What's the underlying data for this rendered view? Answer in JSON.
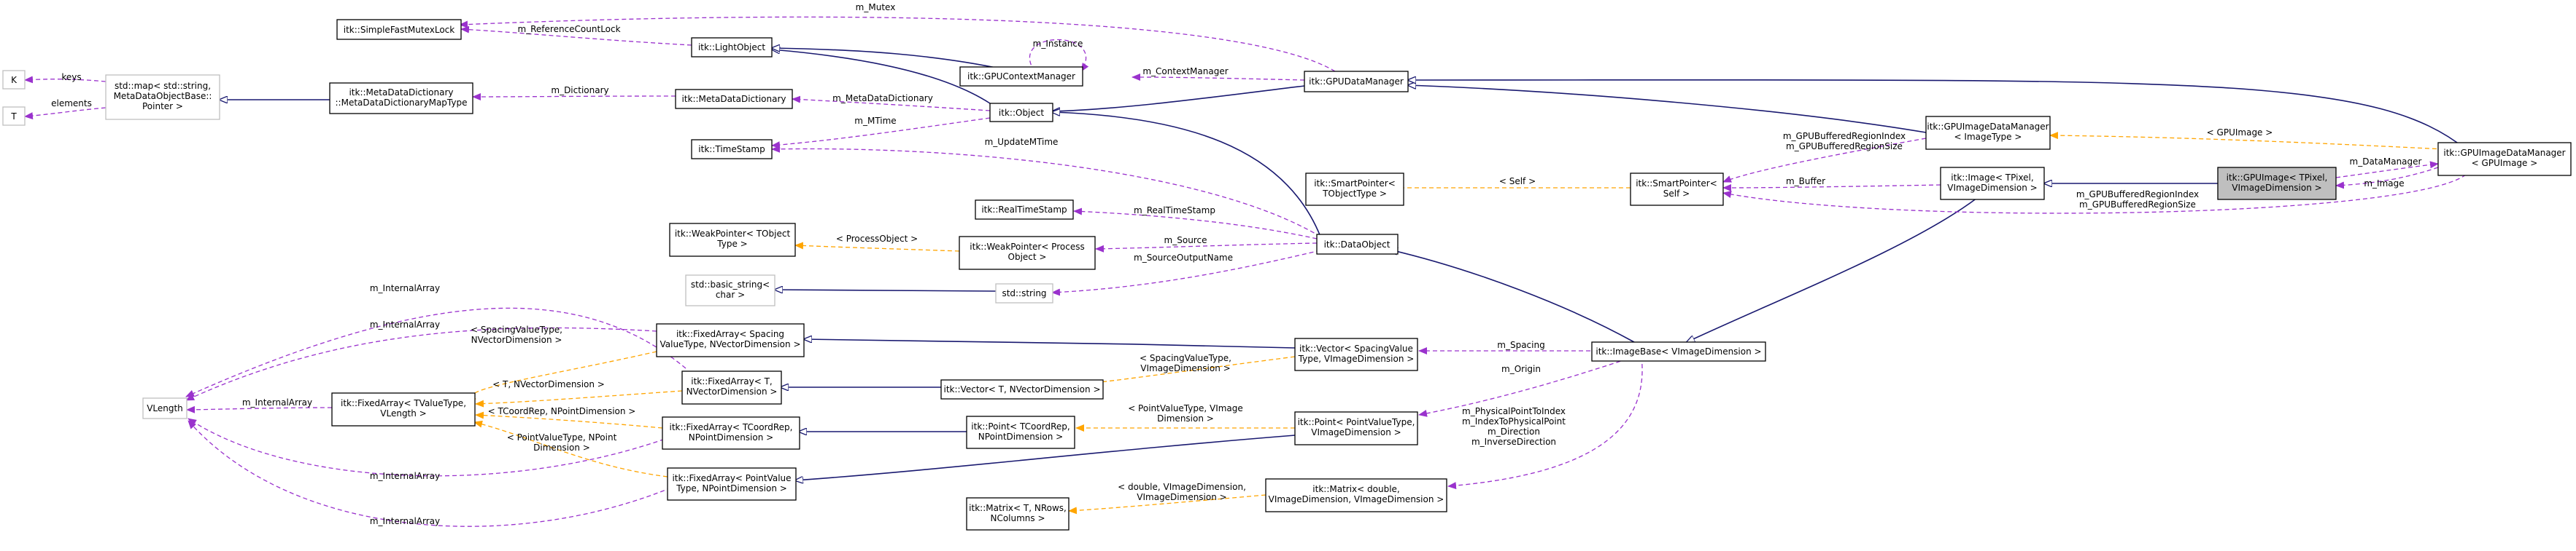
{
  "nodes": {
    "k": [
      "K"
    ],
    "t": [
      "T"
    ],
    "stdmap": [
      "std::map< std::string,",
      "MetaDataObjectBase::",
      "Pointer >"
    ],
    "simplemutex": [
      "itk::SimpleFastMutexLock"
    ],
    "metadatadict_mapt": [
      "itk::MetaDataDictionary",
      "::MetaDataDictionaryMapType"
    ],
    "lightobject": [
      "itk::LightObject"
    ],
    "metadatadict": [
      "itk::MetaDataDictionary"
    ],
    "timestamp": [
      "itk::TimeStamp"
    ],
    "gpucontext": [
      "itk::GPUContextManager"
    ],
    "object": [
      "itk::Object"
    ],
    "gpudatamanager": [
      "itk::GPUDataManager"
    ],
    "realtimestamp": [
      "itk::RealTimeStamp"
    ],
    "weakpointer_t": [
      "itk::WeakPointer< TObject",
      "Type >"
    ],
    "weakpointer_po": [
      "itk::WeakPointer< Process",
      "Object >"
    ],
    "smartpointer_t": [
      "itk::SmartPointer<",
      "TObjectType >"
    ],
    "smartpointer_self": [
      "itk::SmartPointer<",
      "Self >"
    ],
    "dataobject": [
      "itk::DataObject"
    ],
    "basicstring": [
      "std::basic_string<",
      "char >"
    ],
    "stdstring": [
      "std::string"
    ],
    "gpuimagedm_it": [
      "itk::GPUImageDataManager",
      "< ImageType >"
    ],
    "image": [
      "itk::Image< TPixel,",
      "VImageDimension >"
    ],
    "gpuimage": [
      "itk::GPUImage< TPixel,",
      "VImageDimension >"
    ],
    "gpuimagedm_gi": [
      "itk::GPUImageDataManager",
      "< GPUImage >"
    ],
    "vlength": [
      "VLength"
    ],
    "fixedarray_tv": [
      "itk::FixedArray< TValueType,",
      "VLength >"
    ],
    "fixedarray_sv": [
      "itk::FixedArray< Spacing",
      "ValueType, NVectorDimension >"
    ],
    "fixedarray_t": [
      "itk::FixedArray< T,",
      "NVectorDimension >"
    ],
    "fixedarray_tc": [
      "itk::FixedArray< TCoordRep,",
      "NPointDimension >"
    ],
    "fixedarray_pv": [
      "itk::FixedArray< PointValue",
      "Type, NPointDimension >"
    ],
    "vector_tn": [
      "itk::Vector< T, NVectorDimension >"
    ],
    "vector_sv": [
      "itk::Vector< SpacingValue",
      "Type, VImageDimension >"
    ],
    "imagebase": [
      "itk::ImageBase< VImageDimension >"
    ],
    "point_tc": [
      "itk::Point< TCoordRep,",
      "NPointDimension >"
    ],
    "point_pv": [
      "itk::Point< PointValueType,",
      "VImageDimension >"
    ],
    "matrix_double": [
      "itk::Matrix< double,",
      "VImageDimension, VImageDimension >"
    ],
    "matrix_t": [
      "itk::Matrix< T, NRows,",
      "NColumns >"
    ]
  },
  "edges": {
    "mutex": [
      "m_Mutex"
    ],
    "refcountlock": [
      "m_ReferenceCountLock"
    ],
    "instance": [
      "m_Instance"
    ],
    "keys": [
      "keys"
    ],
    "elements": [
      "elements"
    ],
    "dictionary": [
      "m_Dictionary"
    ],
    "metadatadictionary": [
      "m_MetaDataDictionary"
    ],
    "mtime": [
      "m_MTime"
    ],
    "contextmanager": [
      "m_ContextManager"
    ],
    "updatemtime": [
      "m_UpdateMTime"
    ],
    "realtimestamp": [
      "m_RealTimeStamp"
    ],
    "processobject": [
      "< ProcessObject >"
    ],
    "source": [
      "m_Source"
    ],
    "sourceoutputname": [
      "m_SourceOutputName"
    ],
    "self": [
      "< Self >"
    ],
    "gpubuffered_dm": [
      "m_GPUBufferedRegionIndex",
      "m_GPUBufferedRegionSize"
    ],
    "buffer": [
      "m_Buffer"
    ],
    "gpuimage_tmpl": [
      "< GPUImage >"
    ],
    "datamanager": [
      "m_DataManager"
    ],
    "image": [
      "m_Image"
    ],
    "gpubuffered_gi": [
      "m_GPUBufferedRegionIndex",
      "m_GPUBufferedRegionSize"
    ],
    "internalarray_top": [
      "m_InternalArray"
    ],
    "internalarray_2": [
      "m_InternalArray"
    ],
    "internalarray_3": [
      "m_InternalArray"
    ],
    "internalarray_4": [
      "m_InternalArray"
    ],
    "internalarray_5": [
      "m_InternalArray"
    ],
    "spacingvalue_tmpl": [
      "< SpacingValueType,",
      "NVectorDimension >"
    ],
    "tnvector_tmpl": [
      "< T, NVectorDimension >"
    ],
    "tcoordrep_tmpl": [
      "< TCoordRep, NPointDimension >"
    ],
    "pointvalue_tmpl": [
      "< PointValueType, NPoint",
      "Dimension >"
    ],
    "spacingvalue_v_tmpl": [
      "< SpacingValueType,",
      "VImageDimension >"
    ],
    "spacing": [
      "m_Spacing"
    ],
    "pointvalue_v_tmpl": [
      "< PointValueType, VImage",
      "Dimension >"
    ],
    "origin": [
      "m_Origin"
    ],
    "physical": [
      "m_PhysicalPointToIndex",
      "m_IndexToPhysicalPoint",
      "m_Direction",
      "m_InverseDirection"
    ],
    "double_tmpl": [
      "< double, VImageDimension,",
      "VImageDimension >"
    ]
  },
  "colors": {
    "inheritance": "#191970",
    "usage": "#9a32cd",
    "template": "#ffa500",
    "focus_fill": "#bfbfbf"
  }
}
